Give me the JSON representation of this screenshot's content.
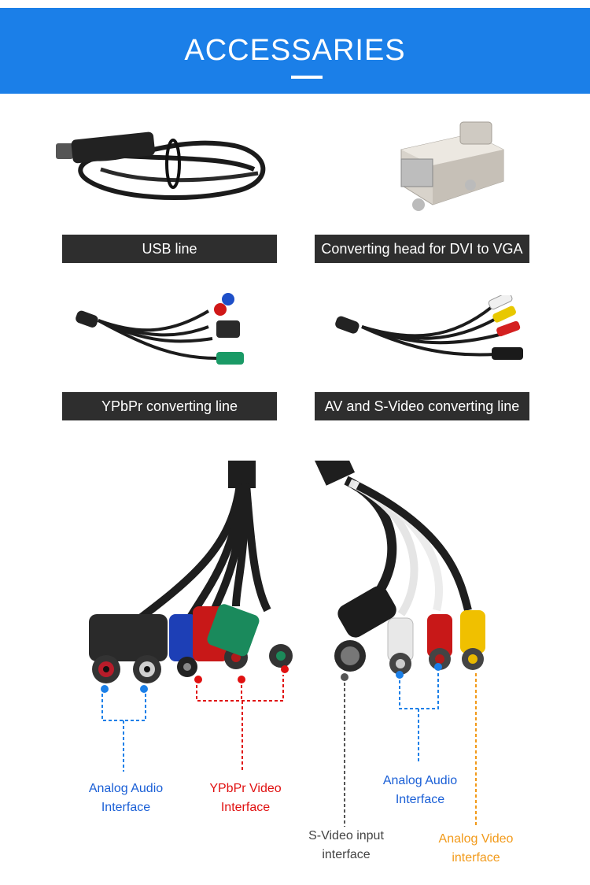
{
  "header": {
    "title": "ACCESSARIES",
    "color": "#1b7fe8"
  },
  "accessories": [
    {
      "label": "USB line",
      "icon": "usb-cable-icon"
    },
    {
      "label": "Converting head for DVI to VGA",
      "icon": "dvi-vga-adapter-icon"
    },
    {
      "label": "YPbPr converting line",
      "icon": "ypbpr-cable-icon"
    },
    {
      "label": "AV and S-Video converting line",
      "icon": "av-svideo-cable-icon"
    }
  ],
  "diagram": {
    "analog_audio_left": {
      "line1": "Analog Audio",
      "line2": "Interface",
      "color": "#1a5fd6"
    },
    "ypbpr_video": {
      "line1": "YPbPr Video",
      "line2": "Interface",
      "color": "#e01010"
    },
    "svideo_input": {
      "line1": "S-Video input",
      "line2": "interface",
      "color": "#444444"
    },
    "analog_audio_right": {
      "line1": "Analog Audio",
      "line2": "Interface",
      "color": "#1a5fd6"
    },
    "analog_video": {
      "line1": "Analog Video",
      "line2": "interface",
      "color": "#f29a1a"
    }
  }
}
